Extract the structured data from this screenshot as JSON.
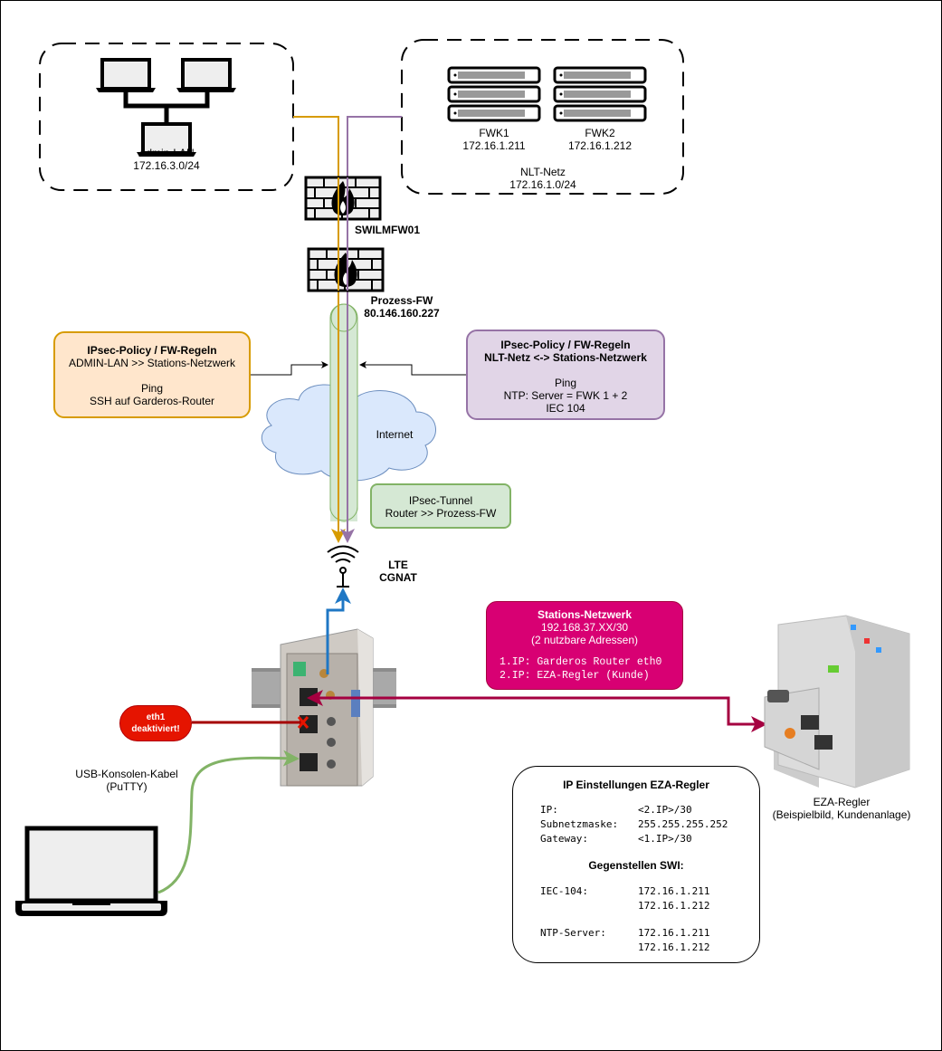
{
  "diagram": {
    "admin_lan": {
      "name": "Admin-LAN",
      "subnet": "172.16.3.0/24"
    },
    "nlt_netz": {
      "name": "NLT-Netz",
      "subnet": "172.16.1.0/24",
      "servers": [
        {
          "name": "FWK1",
          "ip": "172.16.1.211"
        },
        {
          "name": "FWK2",
          "ip": "172.16.1.212"
        }
      ]
    },
    "firewall_1": {
      "name": "SWILMFW01"
    },
    "firewall_2": {
      "name": "Prozess-FW",
      "ip": "80.146.160.227"
    },
    "policy_admin": {
      "title": "IPsec-Policy / FW-Regeln",
      "subtitle": "ADMIN-LAN >> Stations-Netzwerk",
      "line1": "Ping",
      "line2": "SSH auf Garderos-Router"
    },
    "policy_nlt": {
      "title": "IPsec-Policy / FW-Regeln",
      "subtitle": "NLT-Netz <-> Stations-Netzwerk",
      "line1": "Ping",
      "line2": "NTP: Server = FWK 1 + 2",
      "line3": "IEC 104"
    },
    "internet": {
      "label": "Internet"
    },
    "ipsec_tunnel": {
      "line1": "IPsec-Tunnel",
      "line2": "Router >> Prozess-FW"
    },
    "lte": {
      "line1": "LTE",
      "line2": "CGNAT"
    },
    "stations_netzwerk": {
      "title": "Stations-Netzwerk",
      "subnet": "192.168.37.XX/30",
      "note": "(2 nutzbare Adressen)",
      "ip1": "1.IP: Garderos Router eth0",
      "ip2": "2.IP: EZA-Regler (Kunde)"
    },
    "eth1_badge": {
      "line1": "eth1",
      "line2": "deaktiviert!"
    },
    "usb_console": {
      "line1": "USB-Konsolen-Kabel",
      "line2": "(PuTTY)"
    },
    "eza_regler": {
      "line1": "EZA-Regler",
      "line2": "(Beispielbild, Kundenanlage)"
    },
    "eza_settings": {
      "title": "IP Einstellungen EZA-Regler",
      "rows": [
        {
          "key": "IP:",
          "value": "<2.IP>/30"
        },
        {
          "key": "Subnetzmaske:",
          "value": "255.255.255.252"
        },
        {
          "key": "Gateway:",
          "value": "<1.IP>/30"
        }
      ],
      "subtitle": "Gegenstellen SWI:",
      "iec104_label": "IEC-104:",
      "iec104_ips": [
        "172.16.1.211",
        "172.16.1.212"
      ],
      "ntp_label": "NTP-Server:",
      "ntp_ips": [
        "172.16.1.211",
        "172.16.1.212"
      ]
    },
    "colors": {
      "admin_line": "#d79b00",
      "nlt_line": "#9673a6",
      "tunnel_fill": "#d5e8d4",
      "tunnel_stroke": "#82b366",
      "cloud_fill": "#dae8fc",
      "cloud_stroke": "#6c8ebf",
      "policy_admin_fill": "#ffe6cc",
      "policy_nlt_fill": "#e1d5e7",
      "stations_fill": "#d80073",
      "eth1_fill": "#e51400",
      "lte_link": "#1f77c4",
      "station_link": "#a50040",
      "console_link": "#82b366"
    }
  }
}
